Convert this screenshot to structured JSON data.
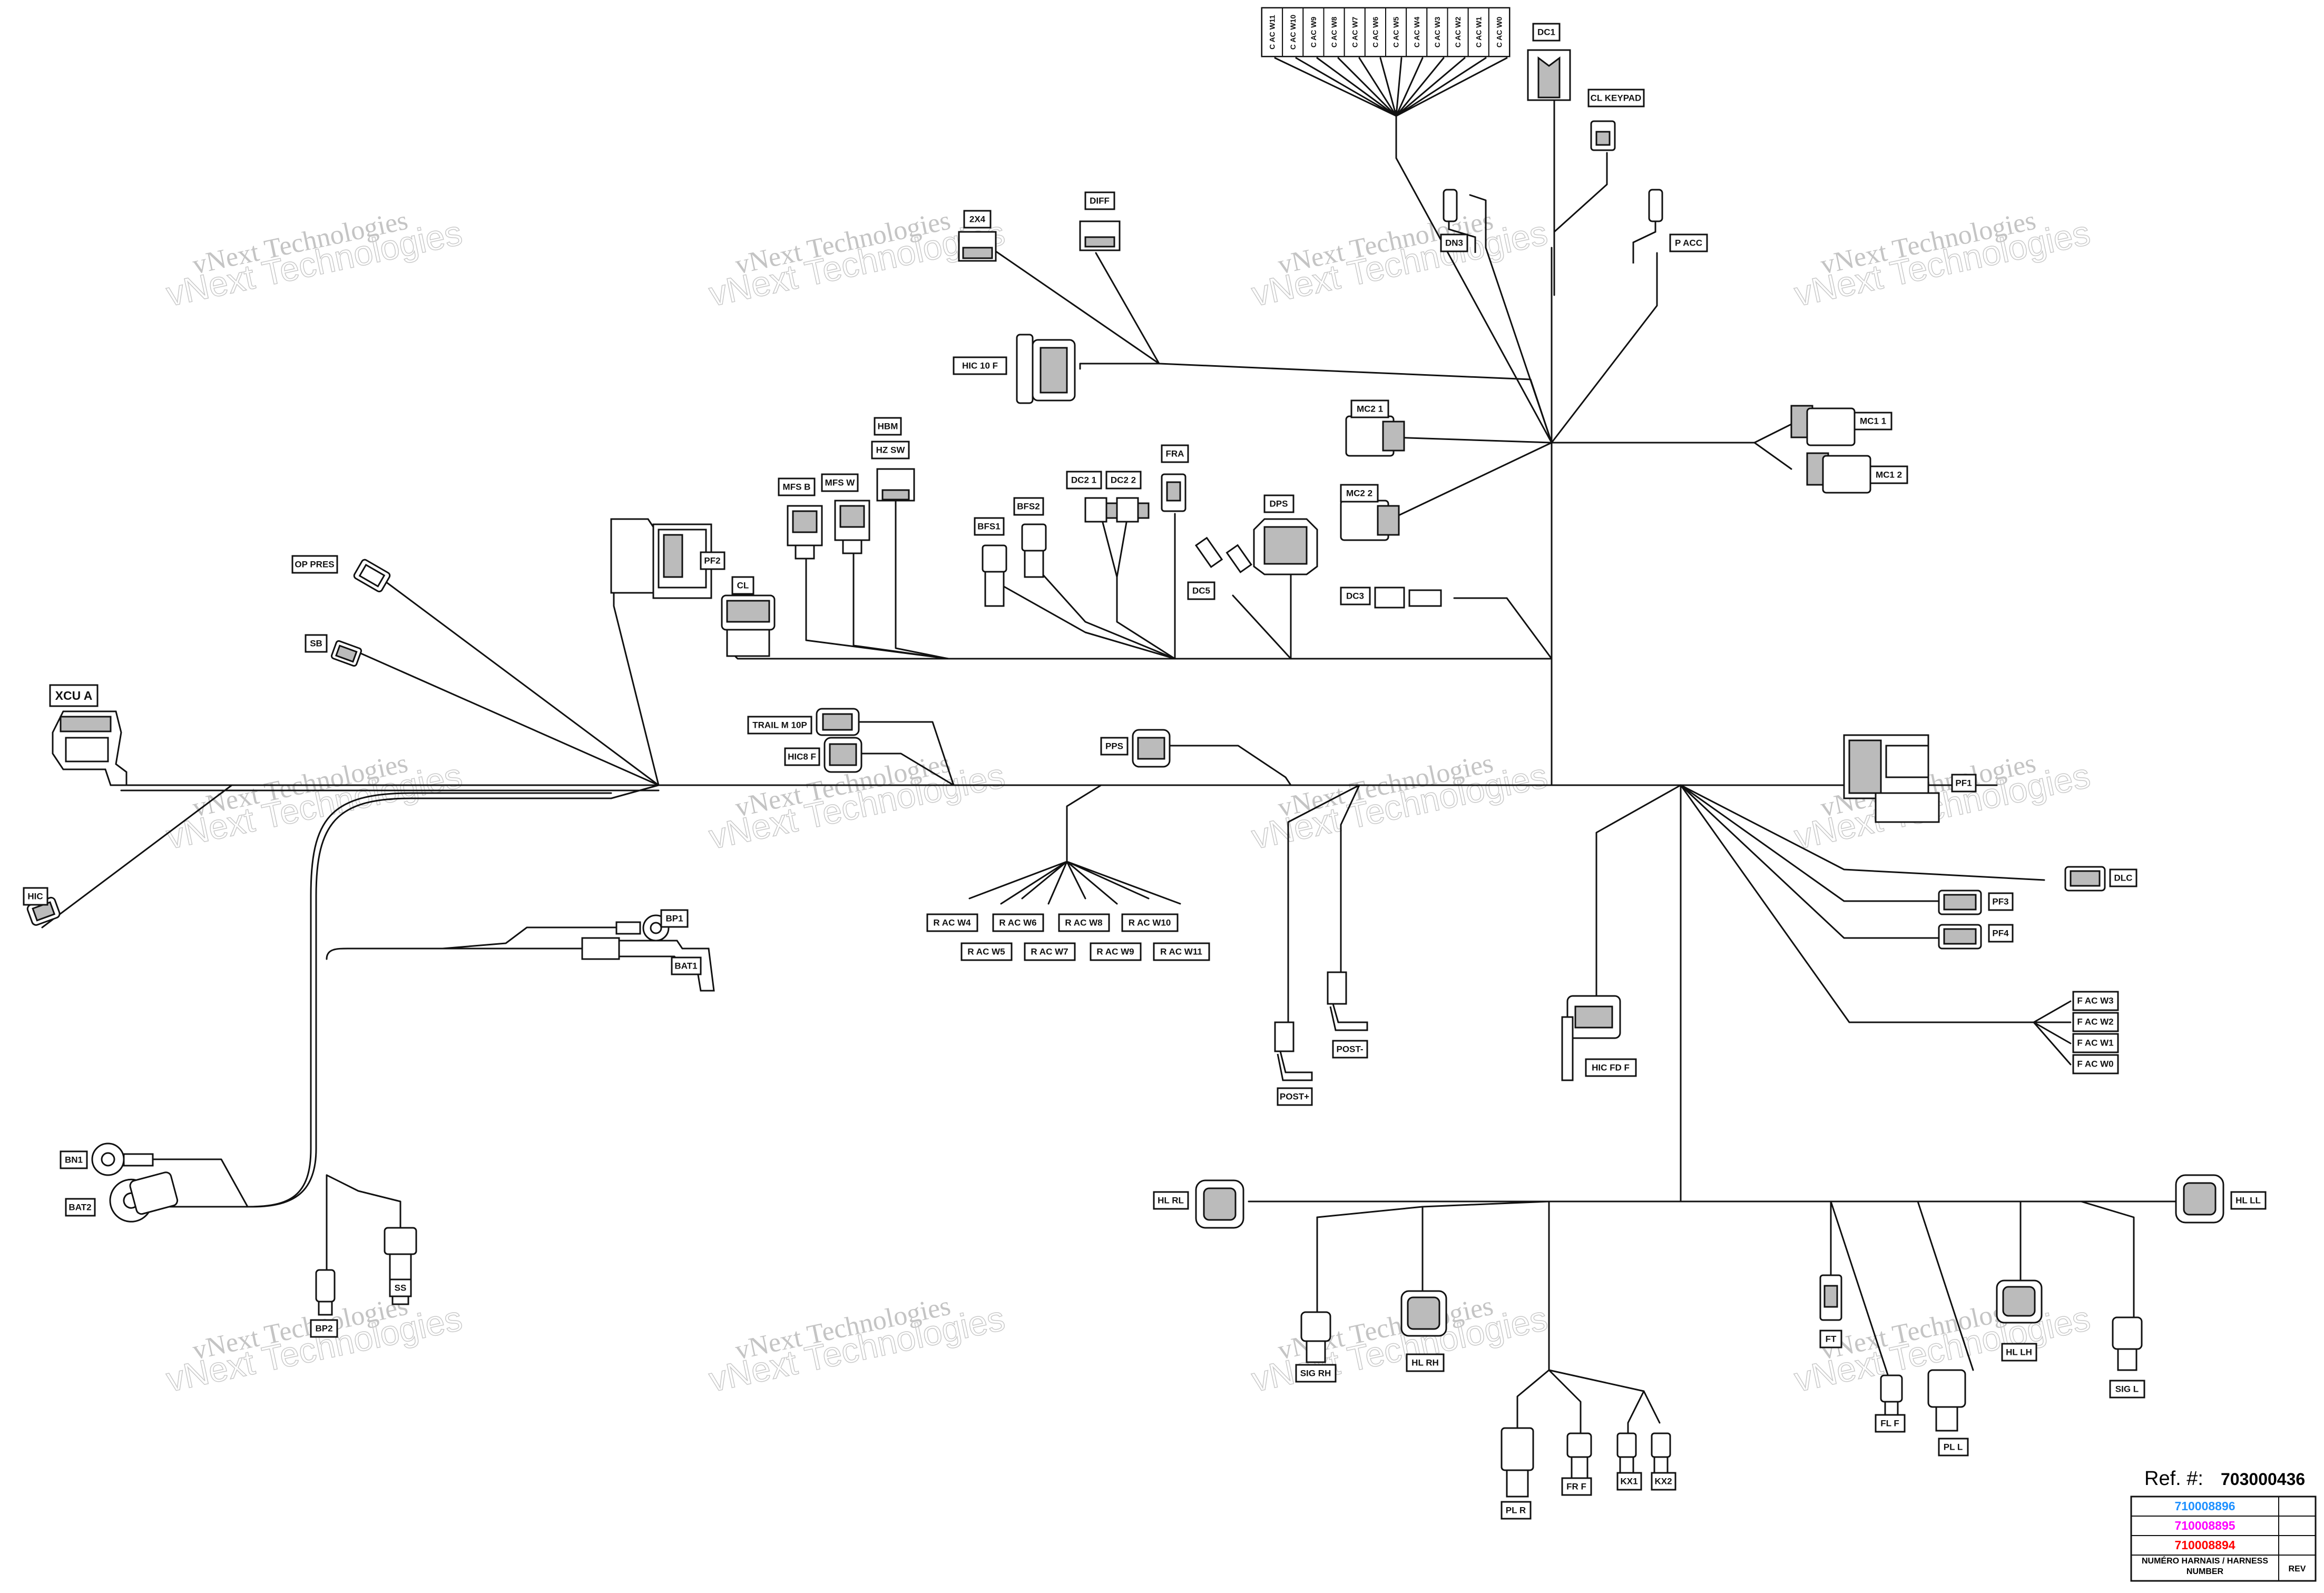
{
  "watermark": {
    "line1": "vNext Technologies",
    "line2": "vNext Technologies"
  },
  "labels": {
    "xcu_a": "XCU A",
    "hic_left": "HIC",
    "op_pres": "OP PRES",
    "sb": "SB",
    "pf2": "PF2",
    "cl": "CL",
    "mfs_b": "MFS B",
    "mfs_w": "MFS W",
    "hbm": "HBM",
    "hz_sw": "HZ SW",
    "trail_m_10p": "TRAIL M 10P",
    "hic8_f": "HIC8 F",
    "bp1": "BP1",
    "bat1": "BAT1",
    "bn1": "BN1",
    "bat2": "BAT2",
    "bp2": "BP2",
    "ss": "SS",
    "x2x4": "2X4",
    "diff": "DIFF",
    "hic10_f": "HIC 10 F",
    "bfs1": "BFS1",
    "bfs2": "BFS2",
    "dc2_1": "DC2 1",
    "dc2_2": "DC2 2",
    "fra": "FRA",
    "dps": "DPS",
    "dc5": "DC5",
    "dc3": "DC3",
    "pps": "PPS",
    "r_ac_w4": "R AC W4",
    "r_ac_w5": "R AC W5",
    "r_ac_w6": "R AC W6",
    "r_ac_w7": "R AC W7",
    "r_ac_w8": "R AC W8",
    "r_ac_w9": "R AC W9",
    "r_ac_w10": "R AC W10",
    "r_ac_w11": "R AC W11",
    "post_plus": "POST+",
    "post_minus": "POST-",
    "dc1": "DC1",
    "cl_keypad": "CL KEYPAD",
    "dn3": "DN3",
    "p_acc": "P ACC",
    "mc2_1": "MC2 1",
    "mc2_2": "MC2 2",
    "mc1_1": "MC1 1",
    "mc1_2": "MC1 2",
    "pf1": "PF1",
    "dlc": "DLC",
    "pf3": "PF3",
    "pf4": "PF4",
    "f_ac_w3": "F AC W3",
    "f_ac_w2": "F AC W2",
    "f_ac_w1": "F AC W1",
    "f_ac_w0": "F AC W0",
    "hic_fd_f": "HIC FD F",
    "hl_rl": "HL RL",
    "hl_ll": "HL LL",
    "sig_rh": "SIG RH",
    "hl_rh": "HL RH",
    "pl_r": "PL R",
    "fr_f": "FR F",
    "kx1": "KX1",
    "kx2": "KX2",
    "ft": "FT",
    "fl_f": "FL F",
    "pl_l": "PL L",
    "hl_lh": "HL LH",
    "sig_l": "SIG L"
  },
  "c_ac_strip": [
    "C AC W11",
    "C AC W10",
    "C AC W9",
    "C AC W8",
    "C AC W7",
    "C AC W6",
    "C AC W5",
    "C AC W4",
    "C AC W3",
    "C AC W2",
    "C AC W1",
    "C AC W0"
  ],
  "title_block": {
    "ref_label": "Ref. #:",
    "ref_number": "703000436",
    "harness_numbers": [
      {
        "value": "710008896",
        "color": "#1e90ff"
      },
      {
        "value": "710008895",
        "color": "#ff00ff"
      },
      {
        "value": "710008894",
        "color": "#ff0000"
      }
    ],
    "harness_header": "NUMÉRO HARNAIS / HARNESS NUMBER",
    "rev_header": "REV"
  }
}
